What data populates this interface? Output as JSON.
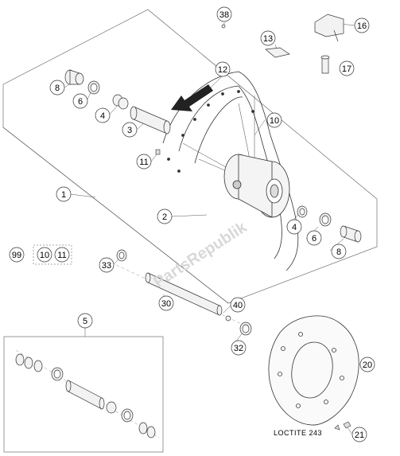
{
  "watermark": "PartsRepublik",
  "callouts": {
    "c38": "38",
    "c16": "16",
    "c13": "13",
    "c17": "17",
    "c12": "12",
    "c8a": "8",
    "c6a": "6",
    "c4a": "4",
    "c3": "3",
    "c10a": "10",
    "c11a": "11",
    "c1": "1",
    "c2": "2",
    "c4b": "4",
    "c6b": "6",
    "c8b": "8",
    "c99": "99",
    "c10b": "10",
    "c11b": "11",
    "c33": "33",
    "c30": "30",
    "c40": "40",
    "c32": "32",
    "c5": "5",
    "c20": "20",
    "c21": "21"
  },
  "loctite_label": "LOCTITE 243"
}
